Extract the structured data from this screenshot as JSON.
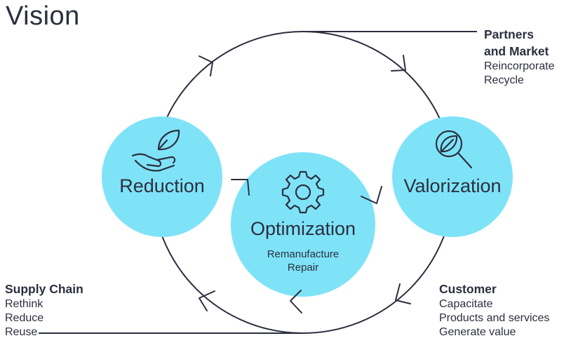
{
  "title": "Vision",
  "colors": {
    "circle_fill": "#7fe3f8",
    "stroke": "#2b2f3e",
    "text": "#2b2f3e"
  },
  "circles": {
    "reduction": {
      "label": "Reduction",
      "icon": "hand-leaf-icon"
    },
    "optimization": {
      "label": "Optimization",
      "icon": "gear-icon",
      "sub": [
        "Remanufacture",
        "Repair"
      ]
    },
    "valorization": {
      "label": "Valorization",
      "icon": "magnifier-leaf-icon"
    }
  },
  "blocks": {
    "partners": {
      "heading": [
        "Partners",
        "and Market"
      ],
      "items": [
        "Reincorporate",
        "Recycle"
      ]
    },
    "supply_chain": {
      "heading": [
        "Supply Chain"
      ],
      "items": [
        "Rethink",
        "Reduce",
        "Reuse"
      ]
    },
    "customer": {
      "heading": [
        "Customer"
      ],
      "items": [
        "Capacitate",
        "Products and services",
        "Generate value"
      ]
    }
  }
}
